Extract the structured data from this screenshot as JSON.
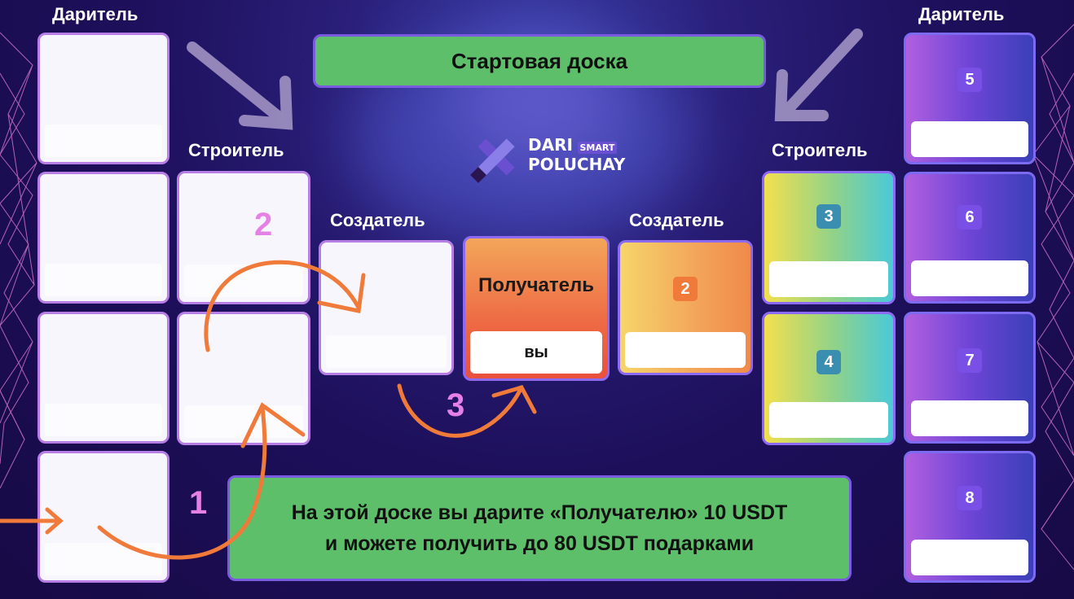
{
  "labels": {
    "donor_left": "Даритель",
    "donor_right": "Даритель",
    "builder_left": "Строитель",
    "builder_right": "Строитель",
    "creator_left": "Создатель",
    "creator_right": "Создатель"
  },
  "top_banner": "Стартовая доска",
  "logo": {
    "line1": "DARI",
    "smart": "SMART",
    "line2": "POLUCHAY",
    "mark_text": "DARI POLUCHAY"
  },
  "receiver": {
    "title": "Получатель",
    "card": "вы"
  },
  "slots": {
    "creator_right": "2",
    "builder_right": [
      "3",
      "4"
    ],
    "donor_right": [
      "5",
      "6",
      "7",
      "8"
    ]
  },
  "steps": [
    "1",
    "2",
    "3"
  ],
  "bottom_banner": {
    "line1": "На этой доске вы дарите «Получателю» 10 USDT",
    "line2": "и можете получить до 80 USDT подарками"
  },
  "colors": {
    "banner_green": "#5dbf6a",
    "step_pink": "#e580e6",
    "arrow_orange": "#f07a3a"
  }
}
